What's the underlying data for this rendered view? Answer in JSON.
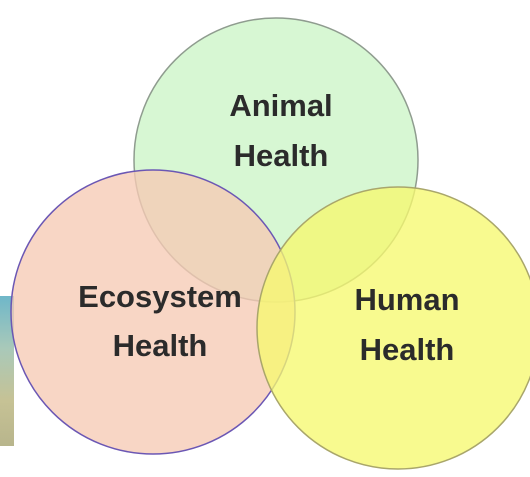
{
  "diagram": {
    "type": "venn",
    "circles": [
      {
        "id": "animal",
        "lines": [
          "Animal",
          "Health"
        ],
        "fill": "#ccf5c6",
        "stroke": "#8f9c8f"
      },
      {
        "id": "ecosystem",
        "lines": [
          "Ecosystem",
          "Health"
        ],
        "fill": "#f6cbb5",
        "stroke": "#6b57b4"
      },
      {
        "id": "human",
        "lines": [
          "Human",
          "Health"
        ],
        "fill": "#f6f870",
        "stroke": "#a9a66b"
      }
    ]
  }
}
